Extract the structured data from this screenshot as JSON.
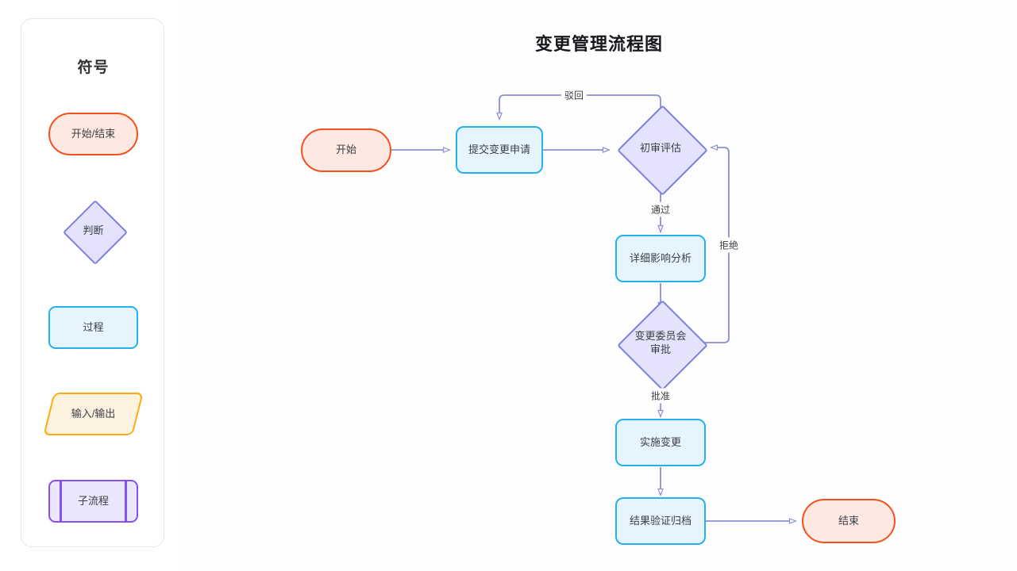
{
  "page": {
    "background": "#ffffff",
    "canvas_background": "#fefeff"
  },
  "legend": {
    "title": "符号",
    "items": [
      {
        "label": "开始/结束",
        "shape": "terminator",
        "fill": "#fde8e2",
        "stroke": "#f4511e"
      },
      {
        "label": "判断",
        "shape": "decision",
        "fill": "#e4e3fb",
        "stroke": "#7b7fe0"
      },
      {
        "label": "过程",
        "shape": "process",
        "fill": "#e6f4fd",
        "stroke": "#22b2f0"
      },
      {
        "label": "输入/输出",
        "shape": "io",
        "fill": "#fdf1df",
        "stroke": "#ffa90f"
      },
      {
        "label": "子流程",
        "shape": "subprocess",
        "fill": "#ebe6fd",
        "stroke": "#8250f5"
      }
    ]
  },
  "chart_data": {
    "type": "diagram",
    "title": "变更管理流程图",
    "edge_color": "#8b8fd4",
    "nodes": [
      {
        "id": "start",
        "label": "开始",
        "shape": "terminator"
      },
      {
        "id": "submit",
        "label": "提交变更申请",
        "shape": "process"
      },
      {
        "id": "review",
        "label": "初审评估",
        "shape": "decision"
      },
      {
        "id": "analysis",
        "label": "详细影响分析",
        "shape": "process"
      },
      {
        "id": "ccb",
        "label": "变更委员会\n审批",
        "shape": "decision"
      },
      {
        "id": "implement",
        "label": "实施变更",
        "shape": "process"
      },
      {
        "id": "verify",
        "label": "结果验证归档",
        "shape": "process"
      },
      {
        "id": "end",
        "label": "结束",
        "shape": "terminator"
      }
    ],
    "edges": [
      {
        "from": "start",
        "to": "submit",
        "label": ""
      },
      {
        "from": "submit",
        "to": "review",
        "label": ""
      },
      {
        "from": "review",
        "to": "submit",
        "label": "驳回"
      },
      {
        "from": "review",
        "to": "analysis",
        "label": "通过"
      },
      {
        "from": "analysis",
        "to": "ccb",
        "label": ""
      },
      {
        "from": "ccb",
        "to": "review",
        "label": "拒绝"
      },
      {
        "from": "ccb",
        "to": "implement",
        "label": "批准"
      },
      {
        "from": "implement",
        "to": "verify",
        "label": ""
      },
      {
        "from": "verify",
        "to": "end",
        "label": ""
      }
    ]
  }
}
